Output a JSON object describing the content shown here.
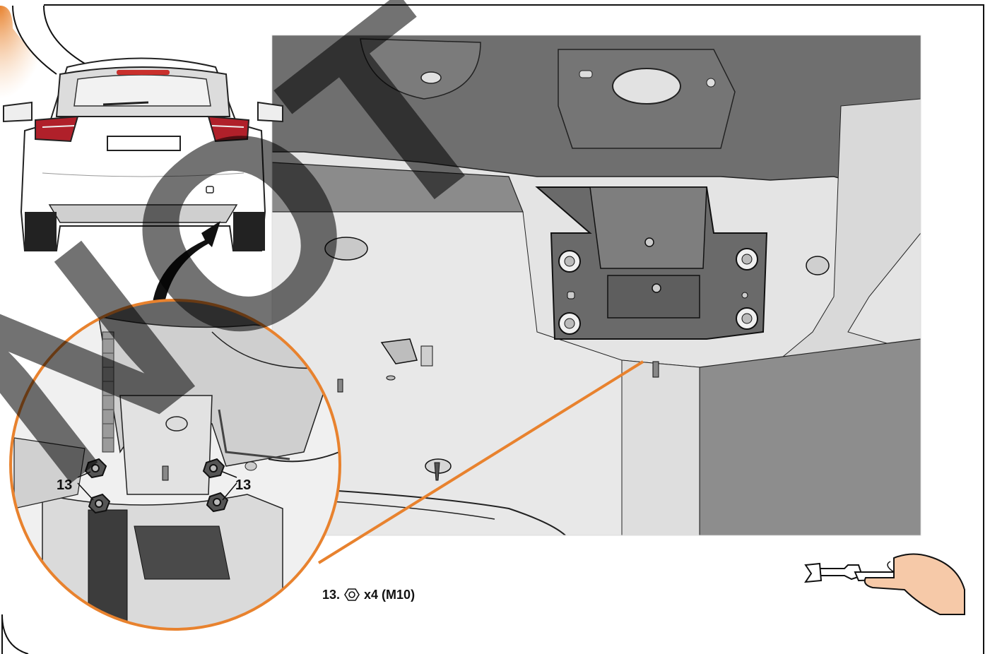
{
  "colors": {
    "accent_orange": "#e8822e",
    "frame": "#111111",
    "underbody_dark": "#6b6b6b",
    "underbody_mid": "#9a9a9a",
    "underbody_light": "#e6e6e6",
    "watermark": "#000000"
  },
  "callouts": {
    "left_label": "13",
    "right_label": "13"
  },
  "caption": {
    "step_number": "13.",
    "icon": "flange-nut-icon",
    "quantity_text": "x4 (M10)"
  },
  "watermark": {
    "text": "NOT"
  },
  "icons": {
    "wrench": "hand-wrench-icon",
    "arrow": "curved-arrow-icon",
    "car": "car-rear-view-icon"
  }
}
